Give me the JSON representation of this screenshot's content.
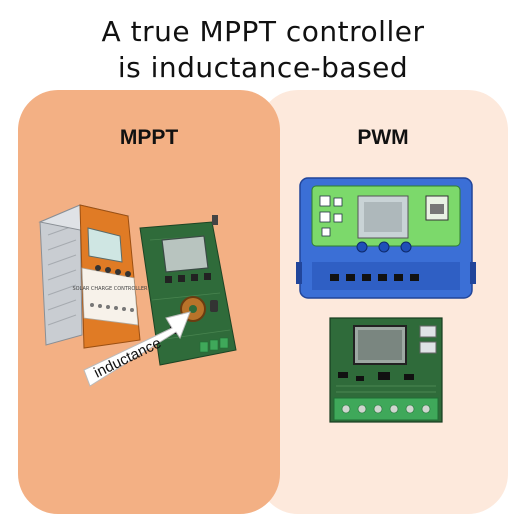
{
  "title": {
    "line1": "A true MPPT controller",
    "line2": "is inductance-based"
  },
  "mppt": {
    "label": "MPPT",
    "case_color": "#e07b25",
    "case_text": "SOLAR CHARGE CONTROLLER"
  },
  "pwm": {
    "label": "PWM",
    "case_color": "#3b6fd6"
  },
  "annotation": {
    "text": "inductance"
  },
  "colors": {
    "mppt_panel": "#f3b084",
    "pwm_panel": "#fde9dc",
    "pcb_green": "#2f6b3a",
    "terminal_green": "#3fa85a"
  }
}
